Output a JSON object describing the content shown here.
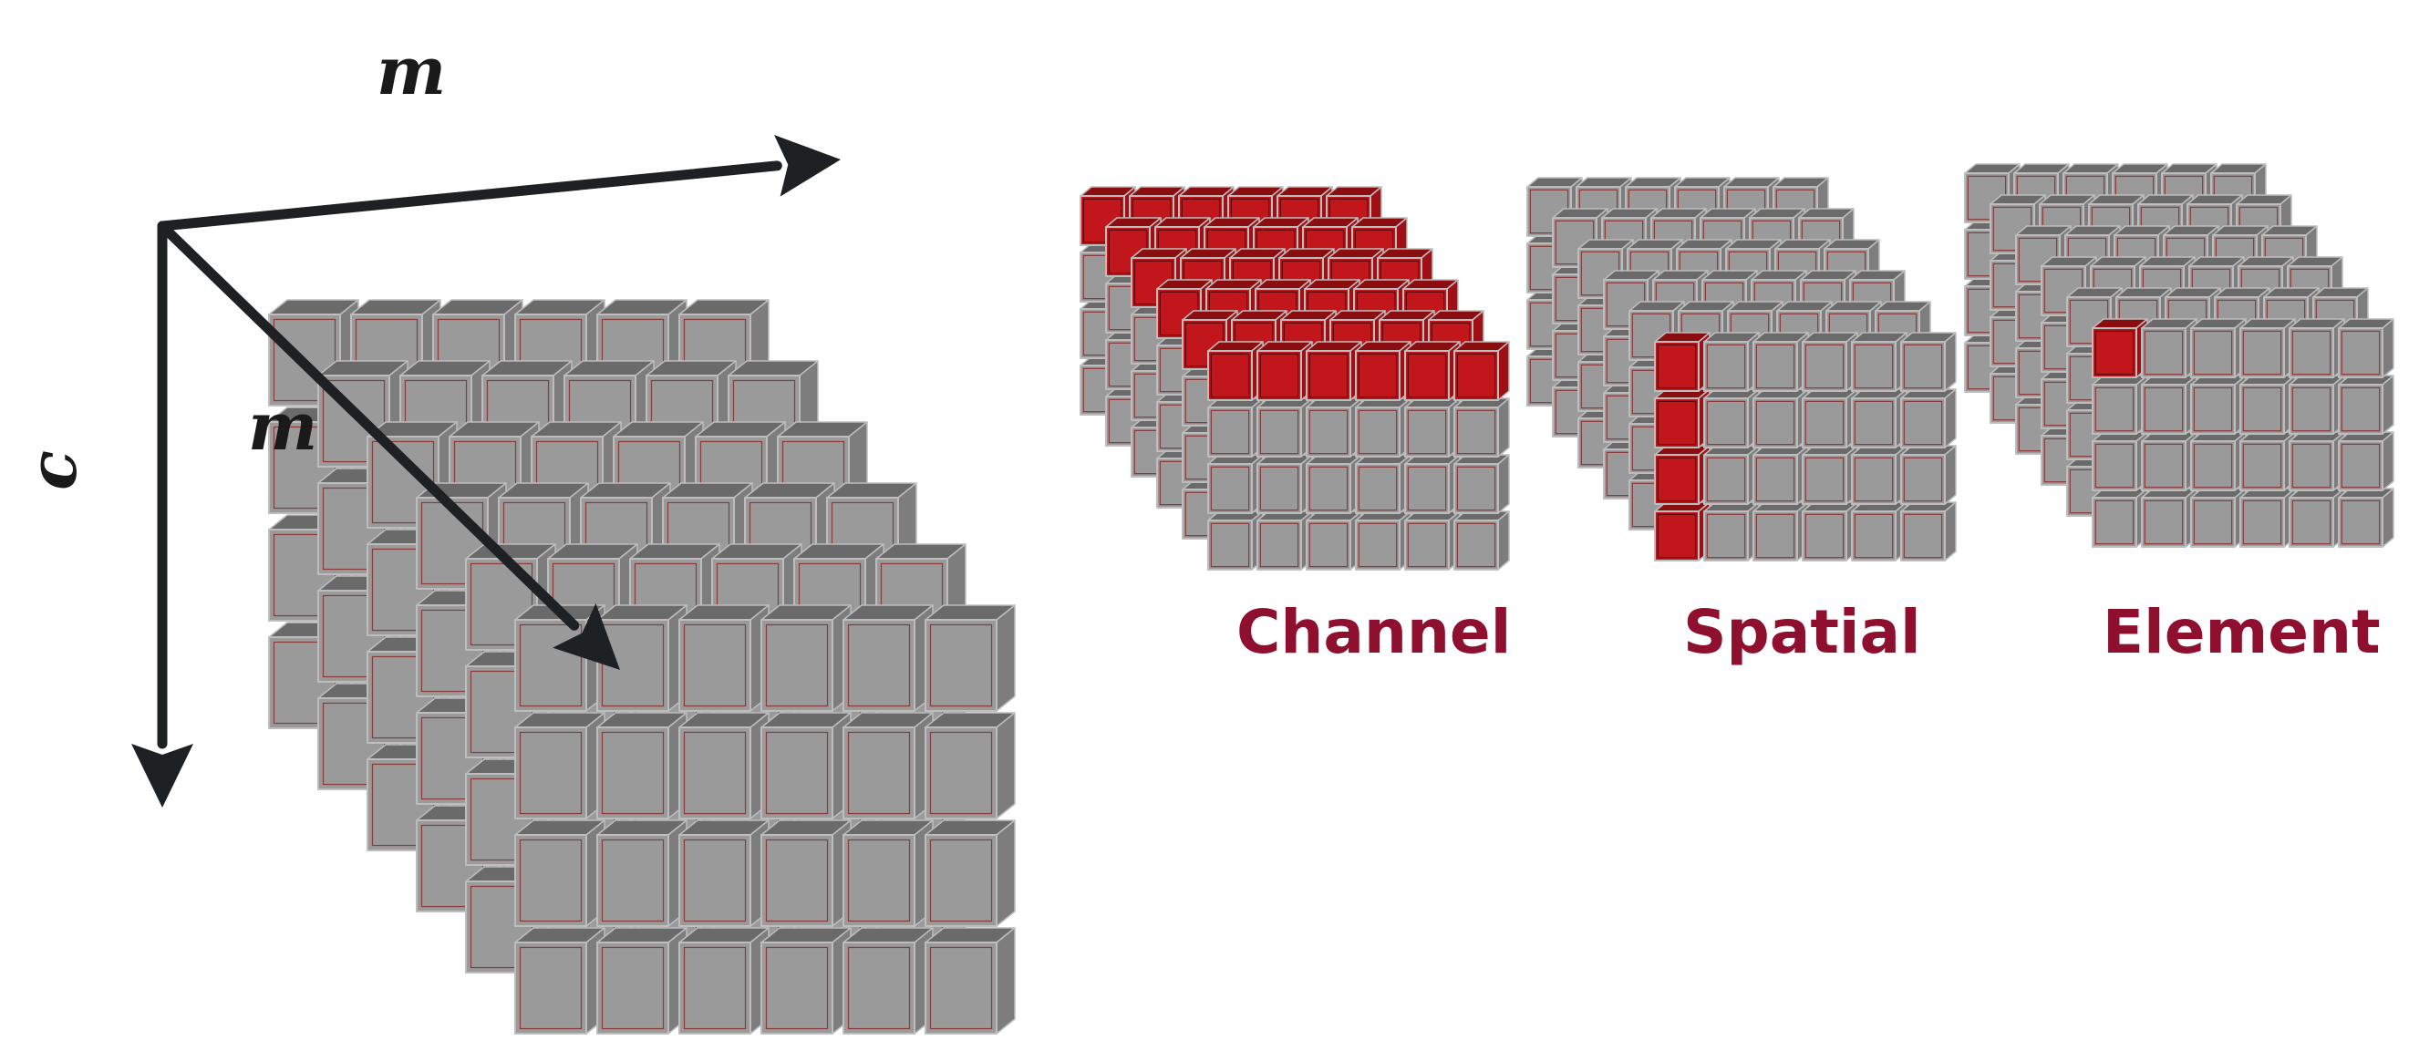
{
  "axes": {
    "top_label": "m",
    "diagonal_label": "m",
    "vertical_label": "c"
  },
  "captions": {
    "channel": "Channel",
    "spatial": "Spatial",
    "element": "Element"
  },
  "colors": {
    "cube_front": "#9a9a9a",
    "cube_top": "#6a6a6a",
    "cube_side": "#7d7d7d",
    "cube_edge": "#bdbdbd",
    "cube_inner_border": "#8b3a3a",
    "highlight_front": "#c0161c",
    "highlight_top": "#8a0d10",
    "highlight_side": "#9e1014",
    "arrow": "#1e2124",
    "caption": "#8f0f2e"
  },
  "tensor": {
    "width": 6,
    "depth": 6,
    "channels": 4
  },
  "small_tensors": [
    {
      "name": "channel",
      "highlight": "top-layer"
    },
    {
      "name": "spatial",
      "highlight": "channel-column"
    },
    {
      "name": "element",
      "highlight": "single-cell"
    }
  ]
}
